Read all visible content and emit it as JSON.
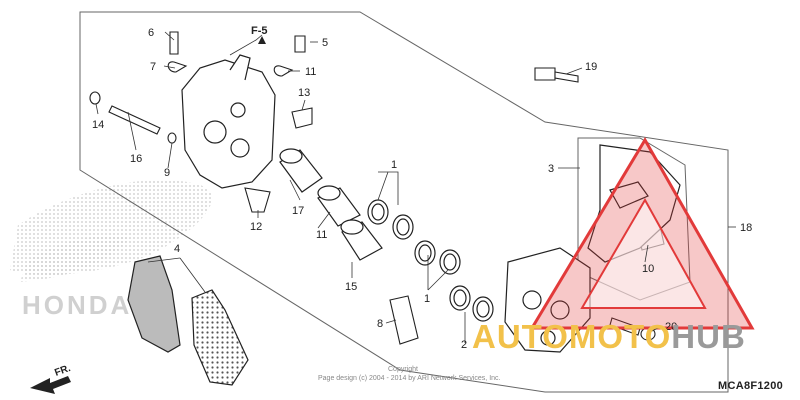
{
  "diagram": {
    "code": "MCA8F1200",
    "copyright": "Copyright",
    "copyright_line": "Page design (c) 2004 - 2014 by ARI Network Services, Inc.",
    "direction_label": "FR.",
    "ref_label": "F-5",
    "brand_watermark": "HONDA",
    "site_watermark": {
      "part1": "AUTOMOTO",
      "part2": "HUB"
    },
    "part_numbers": [
      "1",
      "1",
      "2",
      "3",
      "4",
      "5",
      "6",
      "7",
      "7",
      "8",
      "9",
      "10",
      "11",
      "12",
      "13",
      "14",
      "15",
      "16",
      "17",
      "18",
      "19",
      "20"
    ]
  },
  "colors": {
    "line": "#222222",
    "watermark_red": "#e23a3a",
    "watermark_yellow": "#f2c14a",
    "watermark_gray": "#9a9a9a"
  }
}
